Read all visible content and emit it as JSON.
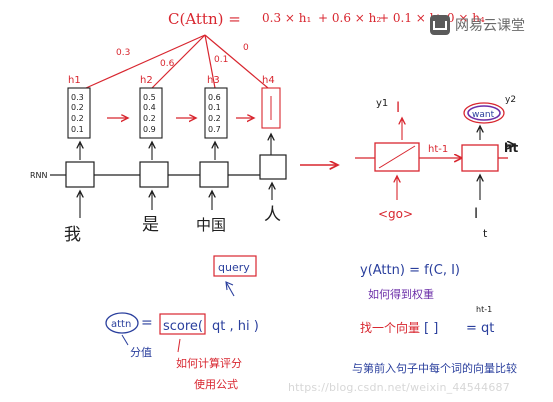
{
  "logo": {
    "text": "网易云课堂",
    "icon": "netease-cloud-classroom-icon"
  },
  "watermark": "https://blog.csdn.net/weixin_44544687",
  "formula": {
    "lhs": "C(Attn) =",
    "terms": [
      "0.3 × h₁",
      "+ 0.6 × h₂",
      "+ 0.1 × h₃",
      "+ 0 × h₄"
    ]
  },
  "weights": [
    "0.3",
    "0.6",
    "0.1",
    "0"
  ],
  "hidden": {
    "labels": [
      "h1",
      "h2",
      "h3",
      "h4"
    ],
    "values": [
      [
        "0.3",
        "0.2",
        "0.2",
        "0.1"
      ],
      [
        "0.5",
        "0.4",
        "0.2",
        "0.9"
      ],
      [
        "0.6",
        "0.1",
        "0.2",
        "0.7"
      ],
      []
    ]
  },
  "rnn_label": "RNN",
  "words": [
    "我",
    "是",
    "中国",
    "人"
  ],
  "decoder": {
    "y1_label": "y1",
    "y1_value": "I",
    "y2_label": "y2",
    "y2_value": "want",
    "h_t_minus_1": "ht-1",
    "h_t": "ht",
    "go_token": "<go>",
    "input_token": "I",
    "input_sub": "t"
  },
  "query_label": "query",
  "attn_label": "attn",
  "score_label": "score(",
  "score_args": "qt ,  hi )",
  "fen_zhi": "分值",
  "how_compute": "如何计算评分",
  "use_formula": "使用公式",
  "y_formula": "y(Attn) = f(C, I)",
  "how_weight": "如何得到权重",
  "find_vector": "找一个向量",
  "bracket": "[     ]",
  "equals_qt": "= qt",
  "ht1_sup": "ht-1",
  "compare_note": "与第前入句子中每个词的向量比较",
  "colors": {
    "red": "#d8262f",
    "black": "#202020",
    "blue": "#2a3f9d",
    "purple": "#6b2ea8"
  }
}
